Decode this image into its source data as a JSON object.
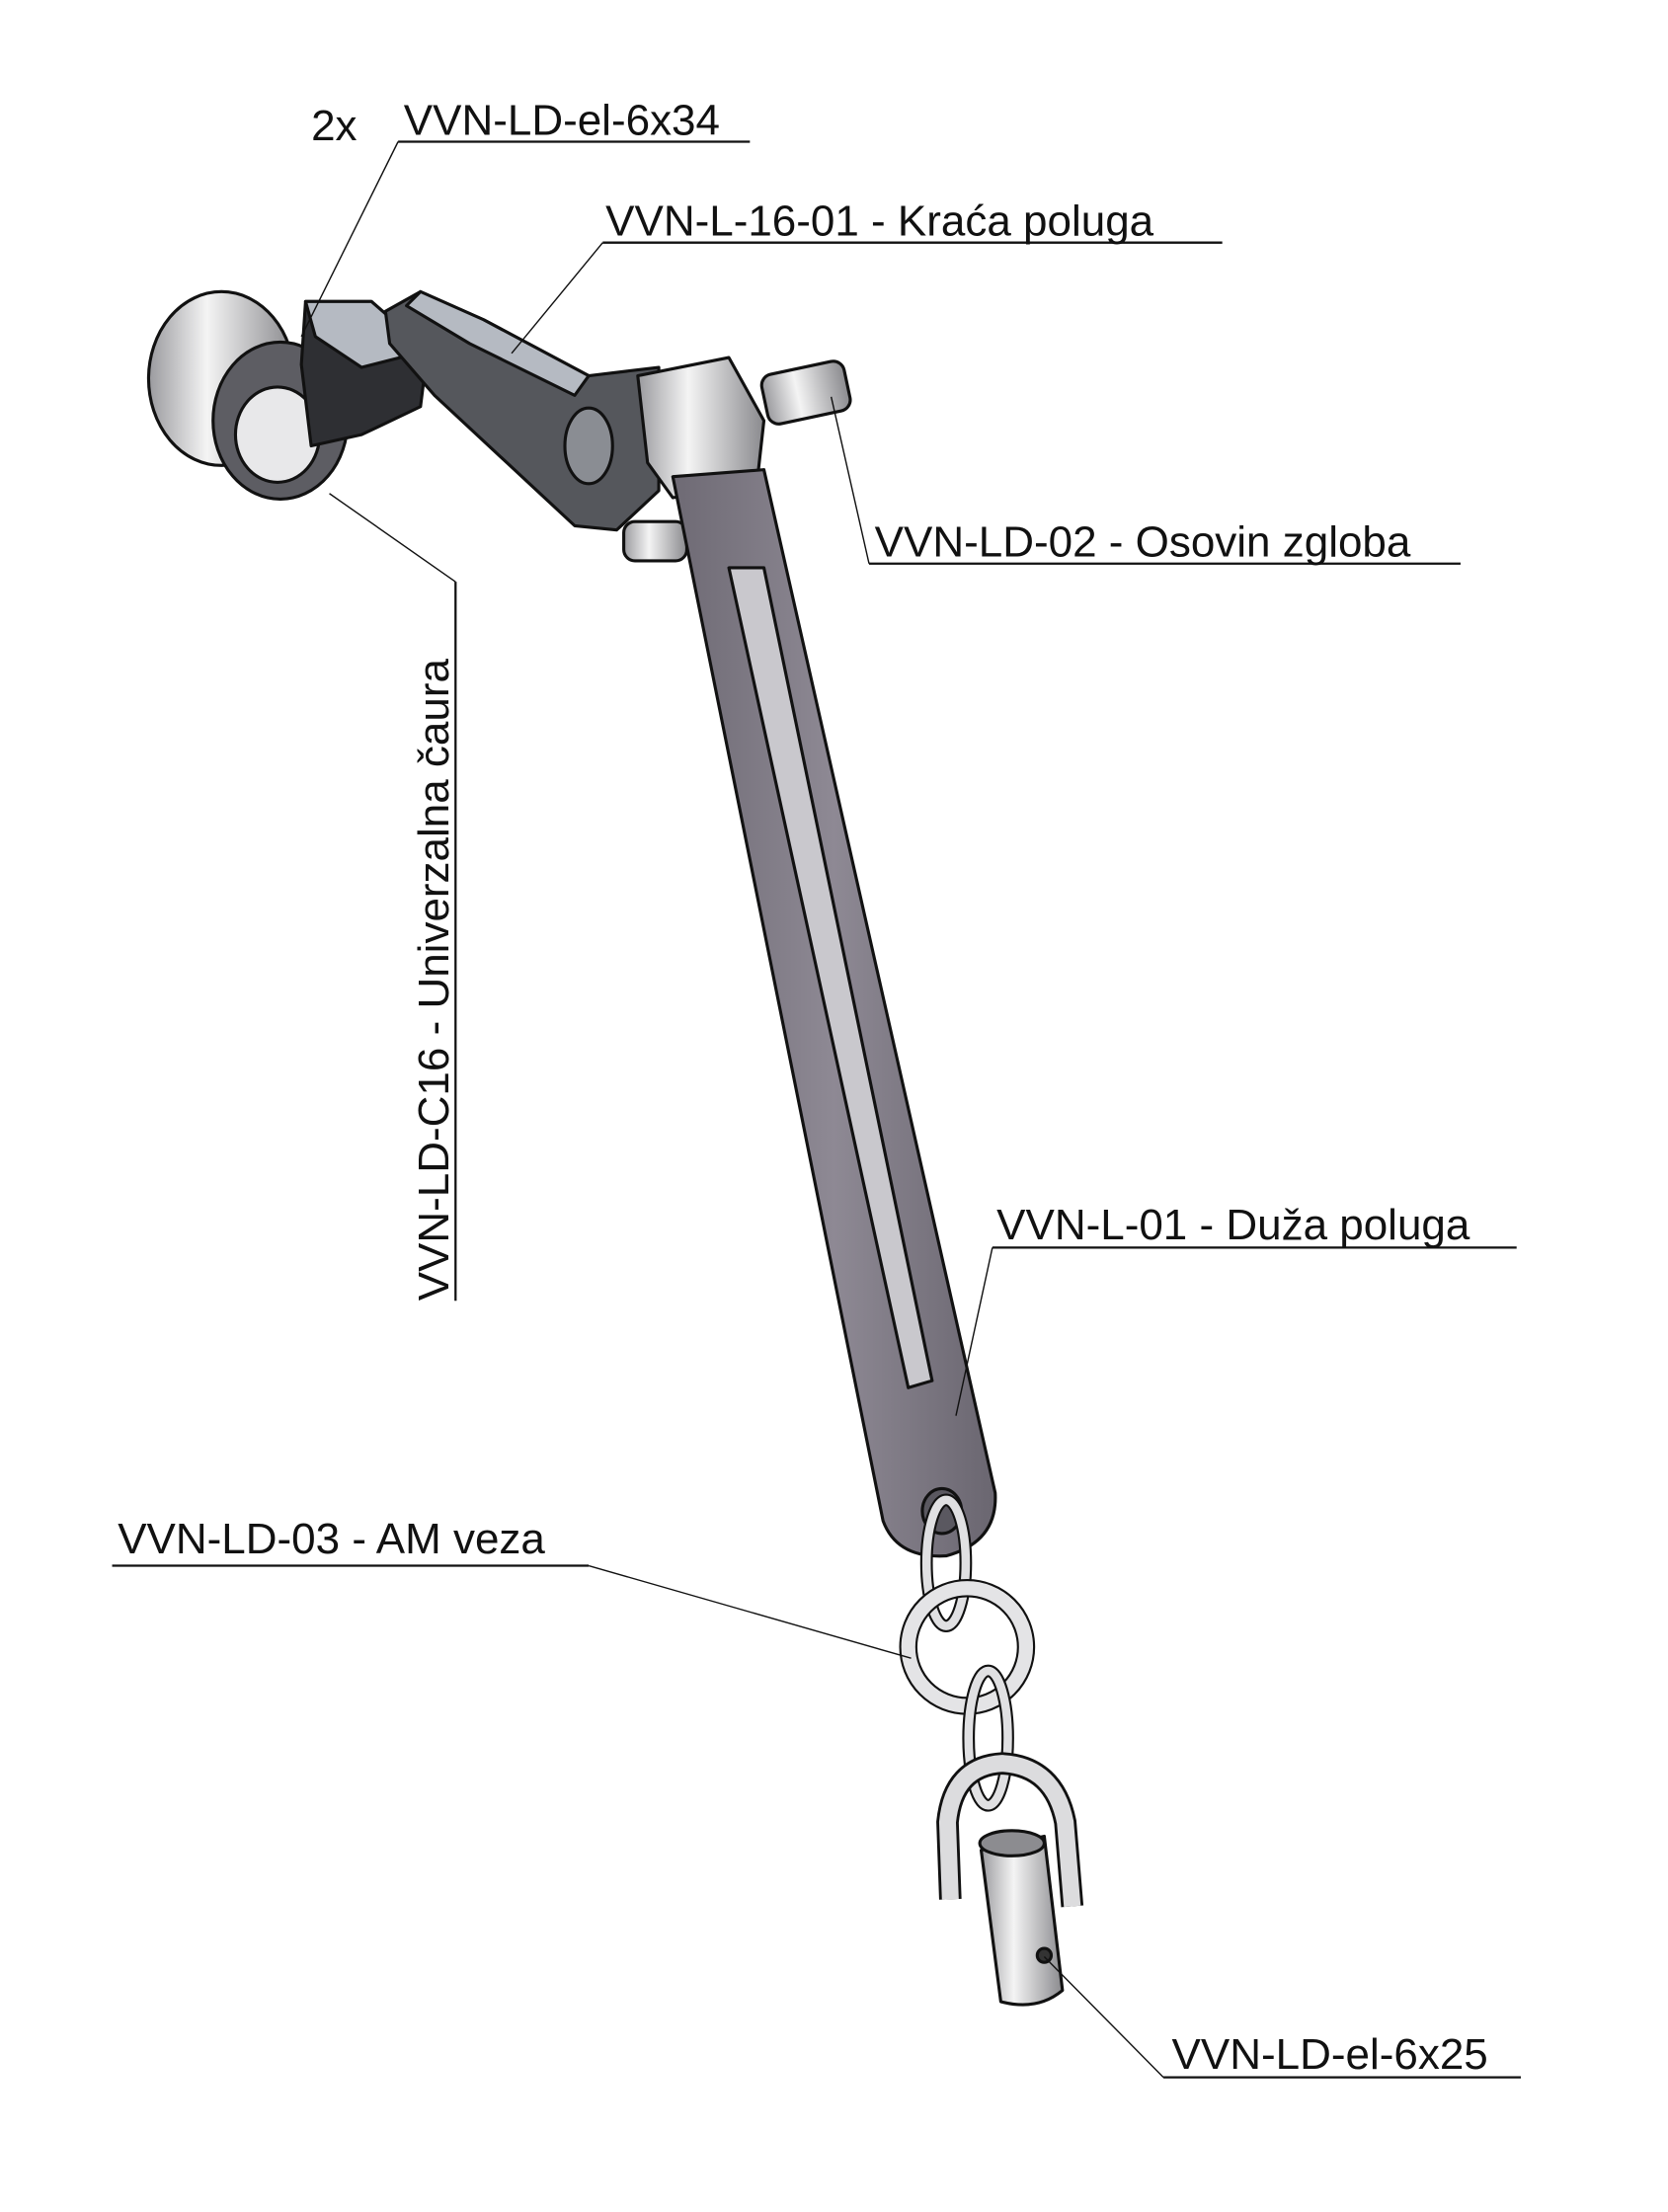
{
  "labels": {
    "screw_top": {
      "qty": "2x",
      "text": "VVN-LD-el-6x34"
    },
    "short_lever": "VVN-L-16-01 - Kraća poluga",
    "pivot_pin": "VVN-LD-02 - Osovin zgloba",
    "universal_sleeve": "VVN-LD-C16 - Univerzalna čaura",
    "long_lever": "VVN-L-01 - Duža poluga",
    "am_link": "VVN-LD-03 - AM veza",
    "screw_bottom": "VVN-LD-el-6x25"
  },
  "colors": {
    "dark_part": "#55575c",
    "light_part": "#b5bac2",
    "lever_part": "#8a8590",
    "chrome": "#e4e4e6"
  }
}
